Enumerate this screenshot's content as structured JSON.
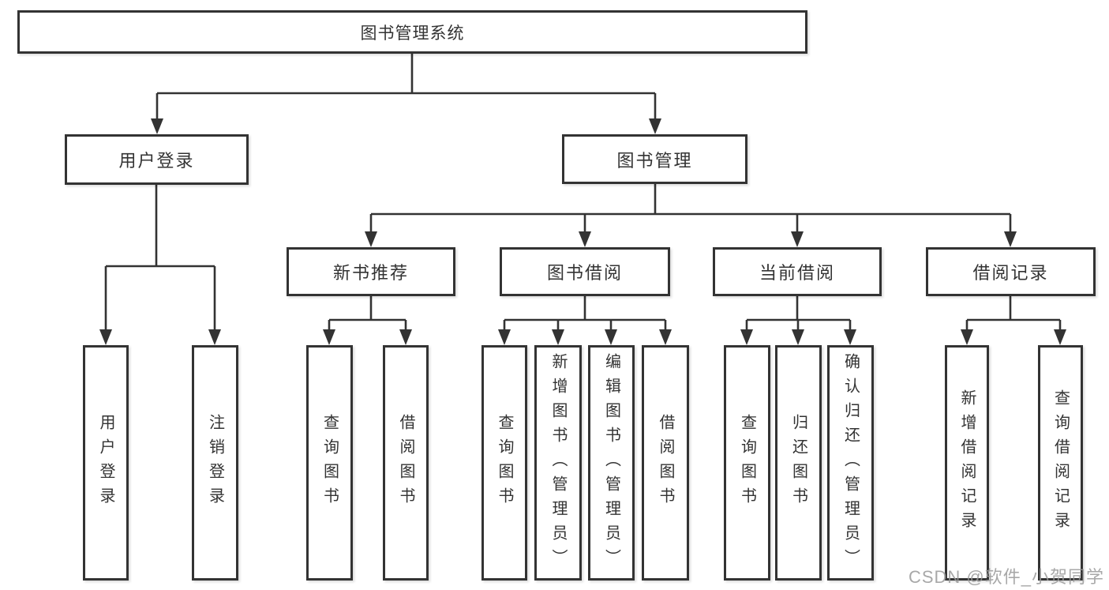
{
  "diagram": {
    "root": "图书管理系统",
    "login_branch": {
      "label": "用户登录",
      "children": [
        "用户登录",
        "注销登录"
      ]
    },
    "mgmt_branch": {
      "label": "图书管理",
      "sections": [
        {
          "label": "新书推荐",
          "children": [
            "查询图书",
            "借阅图书"
          ]
        },
        {
          "label": "图书借阅",
          "children": [
            "查询图书",
            "新增图书（管理员）",
            "编辑图书（管理员）",
            "借阅图书"
          ]
        },
        {
          "label": "当前借阅",
          "children": [
            "查询图书",
            "归还图书",
            "确认归还（管理员）"
          ]
        },
        {
          "label": "借阅记录",
          "children": [
            "新增借阅记录",
            "查询借阅记录"
          ]
        }
      ]
    }
  },
  "watermark": "CSDN @软件_小贺同学",
  "colors": {
    "line": "#333333",
    "border": "#333333",
    "text": "#333333",
    "watermark": "#9a9a9a",
    "background": "#ffffff"
  }
}
